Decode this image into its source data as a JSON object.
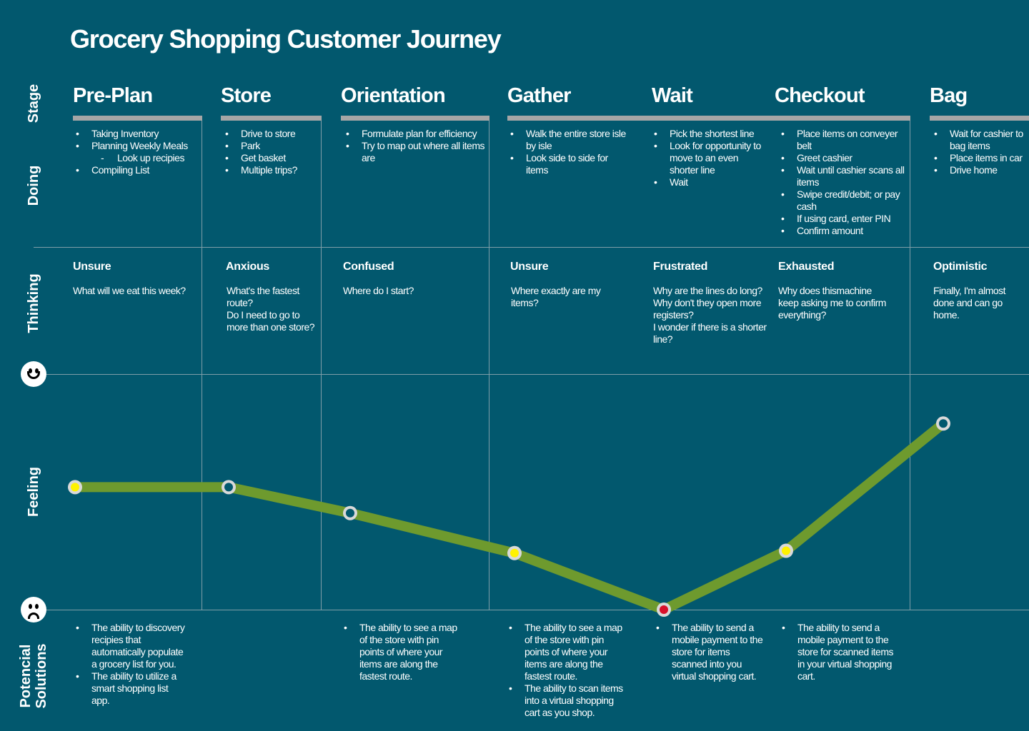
{
  "title": "Grocery Shopping Customer Journey",
  "row_labels": {
    "stage": "Stage",
    "doing": "Doing",
    "thinking": "Thinking",
    "feeling": "Feeling",
    "solutions_line1": "Potencial",
    "solutions_line2": "Solutions"
  },
  "faces": {
    "top": "happy-face-icon",
    "bottom": "sad-face-icon"
  },
  "colors": {
    "background": "#02586e",
    "line": "#6e9a2e",
    "marker_ring": "#d9d9d9",
    "yellow": "#fff200",
    "red": "#d8102a",
    "stage_bar": "#a6a6a6"
  },
  "stages": [
    {
      "name": "Pre-Plan",
      "doing": [
        "Taking Inventory",
        "Planning Weekly Meals",
        "Look up recipies",
        "Compiling List"
      ],
      "emotion": "Unsure",
      "thoughts": [
        "What will we eat this week?"
      ],
      "feeling_marker": "yellow",
      "solutions": [
        "The ability to discovery recipies  that automatically populate a grocery list for you.",
        "The ability to utilize  a smart shopping list app."
      ]
    },
    {
      "name": "Store",
      "doing": [
        "Drive to store",
        "Park",
        "Get basket",
        "Multiple trips?"
      ],
      "emotion": "Anxious",
      "thoughts": [
        "What's the fastest route?",
        "Do I need to go to more than one store?"
      ],
      "feeling_marker": "teal",
      "solutions": []
    },
    {
      "name": "Orientation",
      "doing": [
        "Formulate plan for efficiency",
        "Try to map out where all items are"
      ],
      "emotion": "Confused",
      "thoughts": [
        "Where do I start?"
      ],
      "feeling_marker": "teal",
      "solutions": [
        "The ability to see a map of the store with pin points of where your items are along the fastest route."
      ]
    },
    {
      "name": "Gather",
      "doing": [
        "Walk the entire store isle by isle",
        "Look side to side for items"
      ],
      "emotion": "Unsure",
      "thoughts": [
        "Where exactly are my items?"
      ],
      "feeling_marker": "yellow",
      "solutions": [
        "The ability to see a map of the store with pin points of where your items are along the fastest route.",
        "The ability to scan items into a virtual shopping cart as you shop."
      ]
    },
    {
      "name": "Wait",
      "doing": [
        "Pick the shortest line",
        "Look for opportunity to move to an even shorter line",
        "Wait"
      ],
      "emotion": "Frustrated",
      "thoughts": [
        "Why are the lines do long?",
        "Why don't they open more registers?",
        "I wonder if there is a shorter line?"
      ],
      "feeling_marker": "red",
      "solutions": [
        "The ability to send a mobile payment to the store for items scanned into you virtual shopping cart."
      ]
    },
    {
      "name": "Checkout",
      "doing": [
        "Place items on conveyer belt",
        "Greet cashier",
        "Wait until cashier scans all items",
        "Swipe credit/debit; or pay cash",
        "If using card, enter PIN",
        "Confirm amount"
      ],
      "emotion": "Exhausted",
      "thoughts": [
        "Why does thismachine keep asking me to confirm everything?"
      ],
      "feeling_marker": "yellow",
      "solutions": [
        "The ability to send a mobile payment to the store for scanned items in your virtual shopping cart."
      ]
    },
    {
      "name": "Bag",
      "doing": [
        "Wait for cashier to bag items",
        "Place items in car",
        "Drive home"
      ],
      "emotion": "Optimistic",
      "thoughts": [
        "Finally, I'm almost done and can go home."
      ],
      "feeling_marker": "teal",
      "solutions": []
    }
  ],
  "feeling_scale": {
    "min": 0,
    "max": 100,
    "top_label": "happy",
    "bottom_label": "sad"
  },
  "feeling_levels": [
    52,
    52,
    41,
    24,
    0,
    25,
    79
  ]
}
